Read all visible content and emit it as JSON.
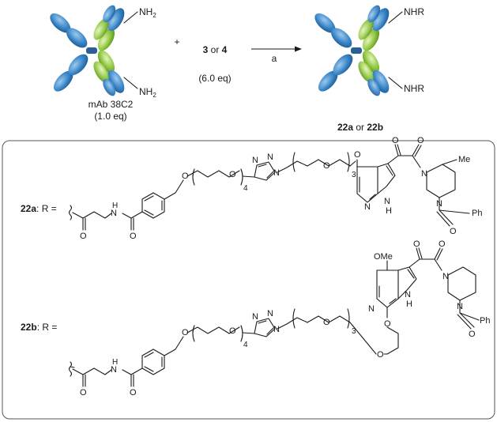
{
  "scheme": {
    "antibody": {
      "name": "mAb 38C2",
      "eq": "(1.0 eq)",
      "amine_top": "NH2",
      "amine_bottom": "NH2",
      "colors": {
        "heavy_chain": "#3a86c8",
        "light_chain": "#8ec63f",
        "hinge": "#2a5f95"
      }
    },
    "plus": "+",
    "reagent": {
      "first": "3",
      "connector": " or ",
      "second": "4",
      "eq": "(6.0 eq)"
    },
    "arrow_label": "a",
    "product": {
      "amine_top": "NHR",
      "amine_bottom": "NHR",
      "label_first": "22a",
      "label_connector": " or ",
      "label_second": "22b"
    }
  },
  "box": {
    "r22a": {
      "label_bold": "22a",
      "label_rest": ": R =",
      "atoms": {
        "nh_amide": "N",
        "h_amide": "H",
        "o_amide1": "O",
        "o_amide2": "O",
        "o_ether1": "O",
        "o_ether2": "O",
        "n_label": "4",
        "triazole_n1": "N",
        "triazole_n2": "N",
        "triazole_n3": "N",
        "o_peg": "O",
        "peg_n": "3",
        "o_aryl": "O",
        "n_pyridine": "N",
        "n_pyrrole": "N",
        "h_pyrrole": "H",
        "o_keto1": "O",
        "o_keto2": "O",
        "n_pip1": "N",
        "me": "Me",
        "n_pip2": "N",
        "o_benzoyl": "O",
        "ph": "Ph"
      }
    },
    "r22b": {
      "label_bold": "22b",
      "label_rest": ": R =",
      "atoms": {
        "ome": "OMe",
        "o_keto1": "O",
        "o_keto2": "O",
        "n_pyridine": "N",
        "n_pyrrole": "N",
        "h_pyrrole": "H",
        "n_pip1": "N",
        "n_pip2": "N",
        "o_benzoyl": "O",
        "ph": "Ph",
        "o_aryl": "O",
        "o_glycol": "O",
        "triazole_n1": "N",
        "triazole_n2": "N",
        "triazole_n3": "N",
        "o_peg": "O",
        "peg_n": "3",
        "o_ether1": "O",
        "o_ether2": "O",
        "n_label": "4",
        "nh_amide": "N",
        "h_amide": "H",
        "o_amide1": "O",
        "o_amide2": "O"
      }
    }
  }
}
